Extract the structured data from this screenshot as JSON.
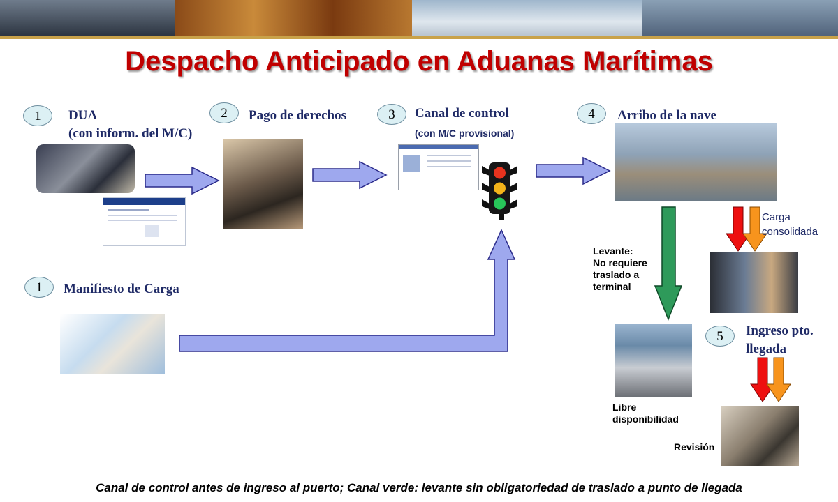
{
  "title": "Despacho Anticipado en Aduanas Marítimas",
  "steps": {
    "dua": {
      "num": "1",
      "line1": "DUA",
      "line2": "(con inform. del M/C)"
    },
    "pago": {
      "num": "2",
      "label": "Pago de derechos"
    },
    "canal": {
      "num": "3",
      "label": "Canal de control",
      "sub": "(con M/C provisional)"
    },
    "arribo": {
      "num": "4",
      "label": "Arribo de la nave"
    },
    "manifiesto": {
      "num": "1",
      "label": "Manifiesto de Carga"
    },
    "ingreso": {
      "num": "5",
      "line1": "Ingreso pto.",
      "line2": "llegada"
    }
  },
  "labels": {
    "carga": [
      "Carga",
      "consolidada"
    ],
    "levante": [
      "Levante:",
      "No requiere",
      "traslado a",
      "terminal"
    ],
    "libre": [
      "Libre",
      "disponibilidad"
    ],
    "revision": "Revisión"
  },
  "footer": "Canal de control antes de ingreso al puerto; Canal verde: levante sin obligatoriedad de traslado a punto de llegada",
  "colors": {
    "title": "#c00000",
    "arrow_blue": "#9ea8ee",
    "arrow_green": "#2e9a5a",
    "arrow_red": "#ee1010",
    "arrow_orange": "#f7941d",
    "light_red": "#e8331e",
    "light_yellow": "#f4b41a",
    "light_green": "#28c75a"
  },
  "icons": [
    "traffic-light-icon"
  ]
}
